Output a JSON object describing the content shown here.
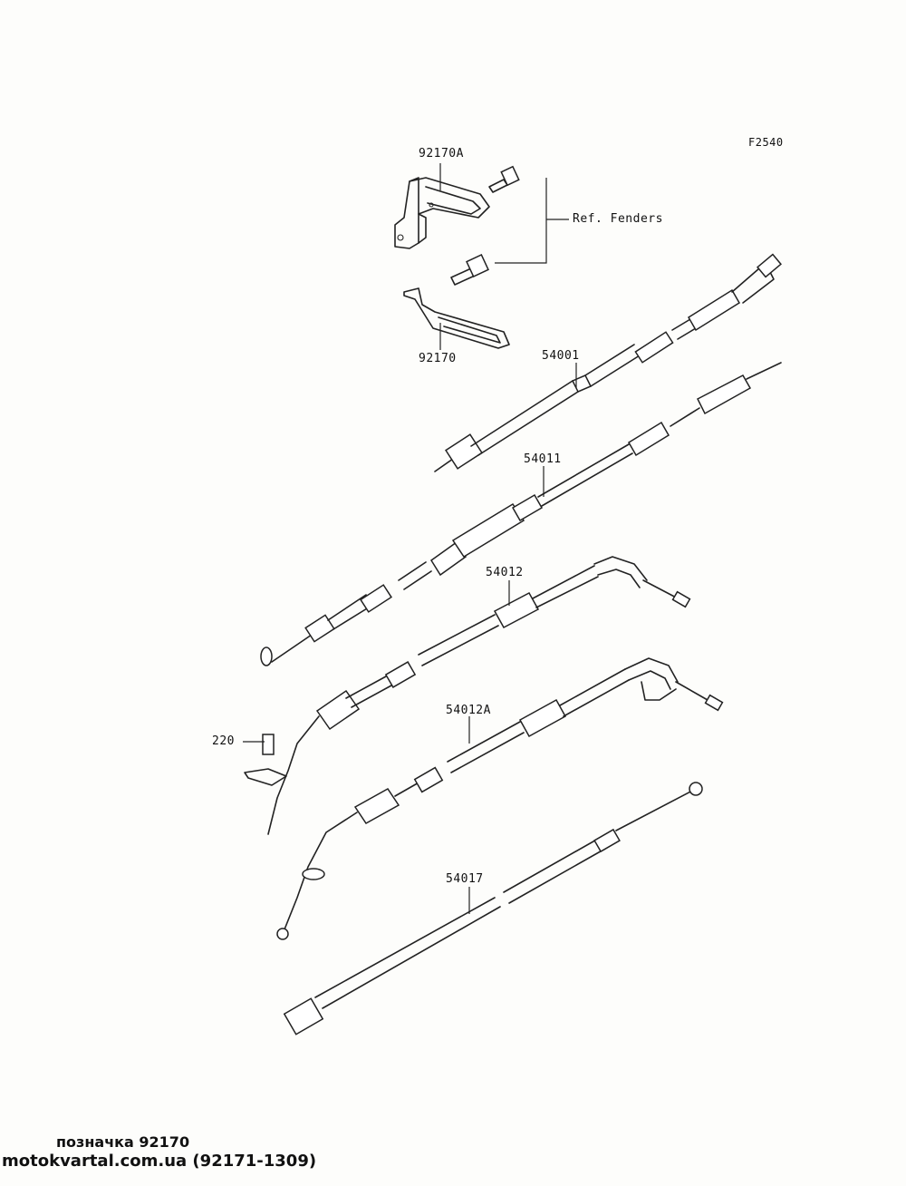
{
  "diagram_code": "F2540",
  "ref_note": "Ref. Fenders",
  "parts": [
    {
      "id": "92170A"
    },
    {
      "id": "92170"
    },
    {
      "id": "54001"
    },
    {
      "id": "54011"
    },
    {
      "id": "54012"
    },
    {
      "id": "54012A"
    },
    {
      "id": "220"
    },
    {
      "id": "54017"
    }
  ],
  "footer": {
    "caption": "позначка 92170",
    "source": "motokvartal.com.ua (92171-1309)"
  }
}
